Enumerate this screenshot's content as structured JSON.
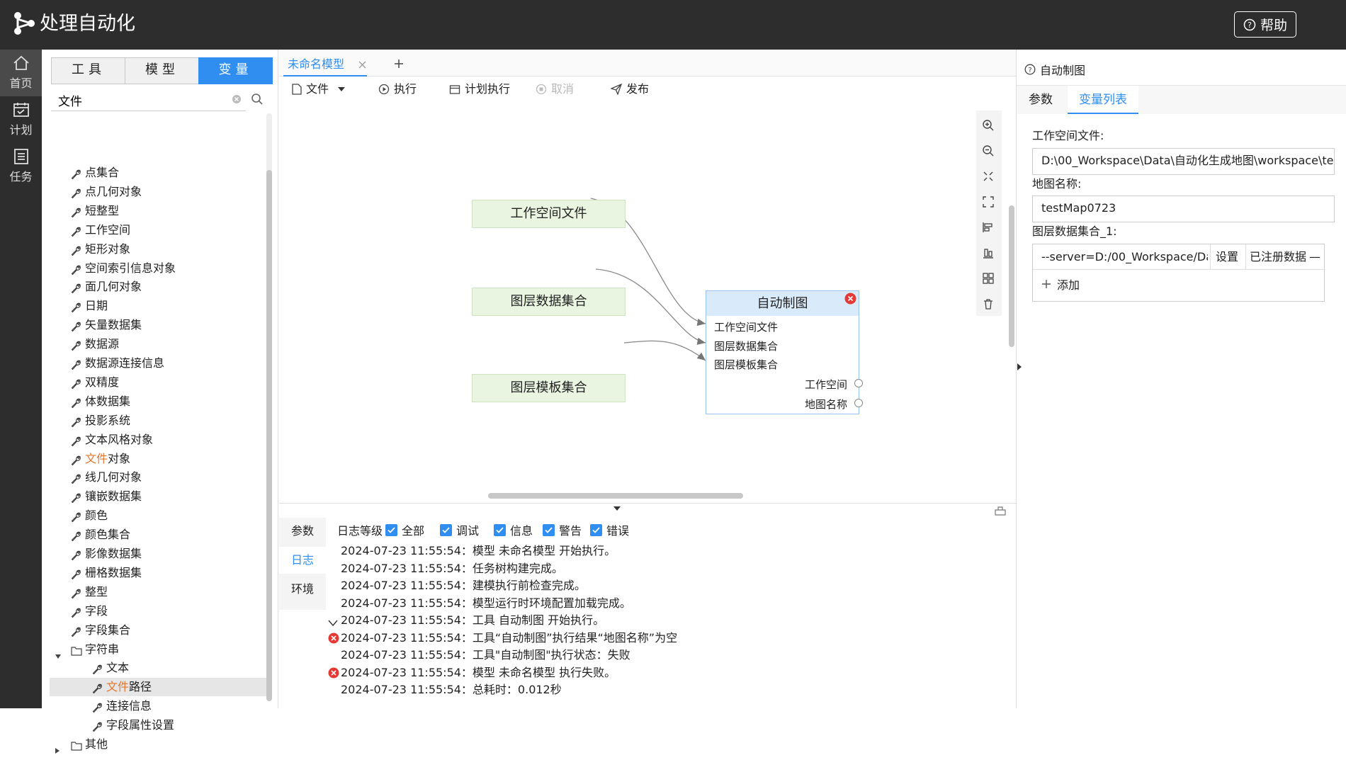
{
  "header": {
    "title": "处理自动化",
    "help_label": "帮助"
  },
  "nav": [
    {
      "label": "首页",
      "icon": "home-icon"
    },
    {
      "label": "计划",
      "icon": "calendar-icon"
    },
    {
      "label": "任务",
      "icon": "list-icon"
    }
  ],
  "left": {
    "tabs": [
      "工具",
      "模型",
      "变量"
    ],
    "active_tab": "变量",
    "search_value": "文件",
    "tree": [
      {
        "label": "点集合"
      },
      {
        "label": "点几何对象"
      },
      {
        "label": "短整型"
      },
      {
        "label": "工作空间"
      },
      {
        "label": "矩形对象"
      },
      {
        "label": "空间索引信息对象"
      },
      {
        "label": "面几何对象"
      },
      {
        "label": "日期"
      },
      {
        "label": "矢量数据集"
      },
      {
        "label": "数据源"
      },
      {
        "label": "数据源连接信息"
      },
      {
        "label": "双精度"
      },
      {
        "label": "体数据集"
      },
      {
        "label": "投影系统"
      },
      {
        "label": "文本风格对象"
      },
      {
        "label_hl": "文件",
        "label_rest": "对象"
      },
      {
        "label": "线几何对象"
      },
      {
        "label": "镶嵌数据集"
      },
      {
        "label": "颜色"
      },
      {
        "label": "颜色集合"
      },
      {
        "label": "影像数据集"
      },
      {
        "label": "栅格数据集"
      },
      {
        "label": "整型"
      },
      {
        "label": "字段"
      },
      {
        "label": "字段集合"
      },
      {
        "label": "字符串",
        "folder": true
      },
      {
        "label": "文本",
        "child": true
      },
      {
        "label_hl": "文件",
        "label_rest": "路径",
        "child": true,
        "selected": true
      },
      {
        "label": "连接信息",
        "child": true
      },
      {
        "label": "字段属性设置",
        "child": true
      },
      {
        "label": "其他",
        "folder": true,
        "collapsed": true
      }
    ]
  },
  "center": {
    "tab_label": "未命名模型",
    "toolbar": {
      "file": "文件",
      "run": "执行",
      "schedule": "计划执行",
      "cancel": "取消",
      "publish": "发布"
    },
    "nodes": {
      "ws_file": "工作空间文件",
      "layer_set": "图层数据集合",
      "layer_tpl": "图层模板集合"
    },
    "tool": {
      "title": "自动制图",
      "inputs": [
        "工作空间文件",
        "图层数据集合",
        "图层模板集合"
      ],
      "outputs": [
        "工作空间",
        "地图名称"
      ]
    }
  },
  "log": {
    "tabs": [
      "参数",
      "日志",
      "环境"
    ],
    "active_tab": "日志",
    "level_label": "日志等级",
    "filters": [
      "全部",
      "调试",
      "信息",
      "警告",
      "错误"
    ],
    "lines": [
      {
        "text": "2024-07-23 11:55:54：模型 未命名模型 开始执行。"
      },
      {
        "text": "2024-07-23 11:55:54：任务树构建完成。"
      },
      {
        "text": "2024-07-23 11:55:54：建模执行前检查完成。"
      },
      {
        "text": "2024-07-23 11:55:54：模型运行时环境配置加载完成。"
      },
      {
        "text": "2024-07-23 11:55:54：工具 自动制图 开始执行。",
        "expand": true
      },
      {
        "text": "2024-07-23 11:55:54：工具“自动制图”执行结果“地图名称”为空",
        "error": true
      },
      {
        "text": "2024-07-23 11:55:54：工具\"自动制图\"执行状态：失败"
      },
      {
        "text": "2024-07-23 11:55:54：模型 未命名模型 执行失败。",
        "error": true
      },
      {
        "text": "2024-07-23 11:55:54：总耗时：0.012秒"
      }
    ]
  },
  "right": {
    "title": "自动制图",
    "tabs": [
      "参数",
      "变量列表"
    ],
    "active_tab": "变量列表",
    "ws_file_label": "工作空间文件:",
    "ws_file_value": "D:\\00_Workspace\\Data\\自动化生成地图\\workspace\\te",
    "map_name_label": "地图名称:",
    "map_name_value": "testMap0723",
    "layer_set_label": "图层数据集合_1:",
    "layer_set_value": "--server=D:/00_Workspace/Da",
    "set_label": "设置",
    "registered_label": "已注册数据",
    "remove_label": "—",
    "add_label": "添加"
  },
  "colors": {
    "accent": "#2f8ef0",
    "dark": "#2d2d2d",
    "node_green": "#e9f5e0",
    "node_blue": "#d9ebfb",
    "error": "#e53935",
    "highlight": "#e8742b"
  }
}
